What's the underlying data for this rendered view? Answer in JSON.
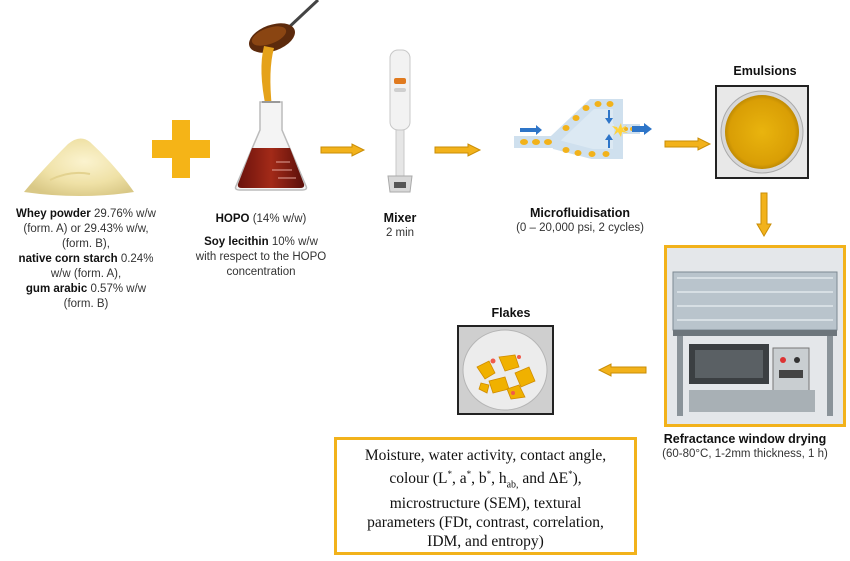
{
  "inputs": {
    "whey_line1_bold": "Whey powder",
    "whey_line1_rest": " 29.76% w/w",
    "whey_line2": "(form. A) or 29.43% w/w,",
    "whey_line3": "(form. B),",
    "starch_bold": "native corn starch",
    "starch_rest": " 0.24%",
    "starch_line2": "w/w (form. A),",
    "gum_bold": "gum arabic",
    "gum_rest": " 0.57% w/w",
    "gum_line2": "(form. B)"
  },
  "hopo": {
    "name": "HOPO",
    "amount": " (14% w/w)",
    "lecithin_bold": "Soy lecithin",
    "lecithin_rest": " 10% w/w",
    "lecithin_line2": "with respect to the HOPO",
    "lecithin_line3": "concentration"
  },
  "mixer": {
    "title": "Mixer",
    "detail": "2 min"
  },
  "microfluidisation": {
    "title": "Microfluidisation",
    "detail": "(0 – 20,000 psi, 2 cycles)"
  },
  "emulsions": {
    "title": "Emulsions"
  },
  "drying": {
    "title": "Refractance window drying",
    "detail": "(60-80°C, 1-2mm thickness, 1 h)"
  },
  "flakes": {
    "title": "Flakes"
  },
  "analysis": {
    "line1": "Moisture, water activity, contact angle,",
    "line2_pre": "colour (L",
    "sup": "*",
    "line2_a": ", a",
    "line2_b": ", b",
    "line2_h": ", h",
    "sub_ab": "ab,",
    "line2_and": " and ΔE",
    "line2_end": "),",
    "line3": "microstructure (SEM), textural",
    "line4": "parameters (FDt, contrast, correlation,",
    "line5": "IDM, and entropy)"
  },
  "colors": {
    "accent": "#f2b21b",
    "arrow_blue": "#2e75c8",
    "flask_liquid": "#8a1f14"
  }
}
